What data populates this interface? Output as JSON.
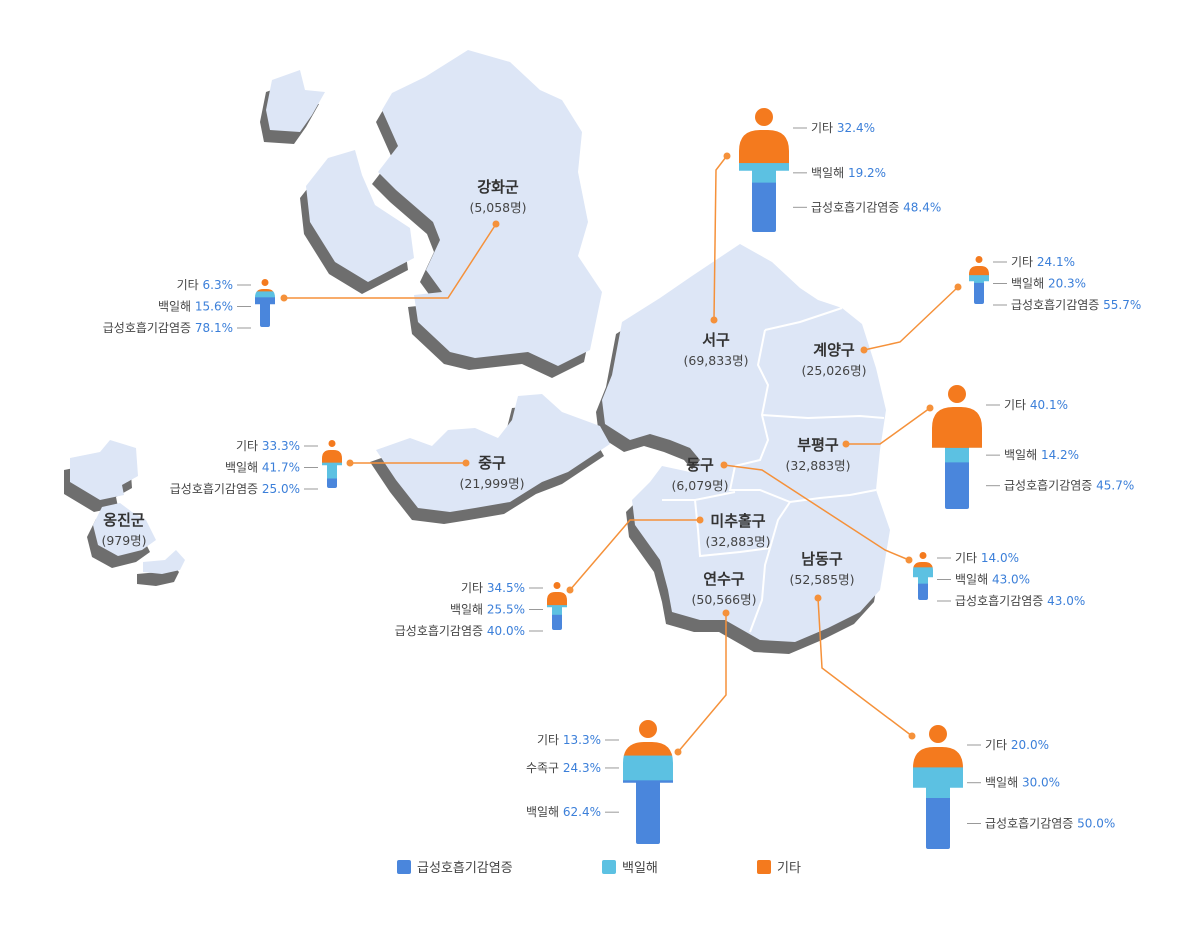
{
  "colors": {
    "land": "#dde6f6",
    "land_shadow": "#6e6e6e",
    "border": "#ffffff",
    "connector": "#f5913a",
    "acute_respiratory": "#4a86dc",
    "pertussis": "#5cc1e2",
    "other": "#f47a1e",
    "value_text": "#3b7fd9"
  },
  "legend": [
    {
      "label": "급성호흡기감염증",
      "color_key": "acute_respiratory"
    },
    {
      "label": "백일해",
      "color_key": "pertussis"
    },
    {
      "label": "기타",
      "color_key": "other"
    }
  ],
  "districts": [
    {
      "id": "ganghwa",
      "name": "강화군",
      "count": "(5,058명)",
      "figure": {
        "size": "small",
        "segments": [
          {
            "name": "기타",
            "value": "6.3%",
            "percent": 6.3,
            "color_key": "other"
          },
          {
            "name": "백일해",
            "value": "15.6%",
            "percent": 15.6,
            "color_key": "pertussis"
          },
          {
            "name": "급성호흡기감염증",
            "value": "78.1%",
            "percent": 78.1,
            "color_key": "acute_respiratory"
          }
        ]
      }
    },
    {
      "id": "seo",
      "name": "서구",
      "count": "(69,833명)",
      "figure": {
        "size": "large",
        "segments": [
          {
            "name": "기타",
            "value": "32.4%",
            "percent": 32.4,
            "color_key": "other"
          },
          {
            "name": "백일해",
            "value": "19.2%",
            "percent": 19.2,
            "color_key": "pertussis"
          },
          {
            "name": "급성호흡기감염증",
            "value": "48.4%",
            "percent": 48.4,
            "color_key": "acute_respiratory"
          }
        ]
      }
    },
    {
      "id": "gyeyang",
      "name": "계양구",
      "count": "(25,026명)",
      "figure": {
        "size": "small",
        "segments": [
          {
            "name": "기타",
            "value": "24.1%",
            "percent": 24.1,
            "color_key": "other"
          },
          {
            "name": "백일해",
            "value": "20.3%",
            "percent": 20.3,
            "color_key": "pertussis"
          },
          {
            "name": "급성호흡기감염증",
            "value": "55.7%",
            "percent": 55.7,
            "color_key": "acute_respiratory"
          }
        ]
      }
    },
    {
      "id": "bupyeong",
      "name": "부평구",
      "count": "(32,883명)",
      "figure": {
        "size": "large",
        "segments": [
          {
            "name": "기타",
            "value": "40.1%",
            "percent": 40.1,
            "color_key": "other"
          },
          {
            "name": "백일해",
            "value": "14.2%",
            "percent": 14.2,
            "color_key": "pertussis"
          },
          {
            "name": "급성호흡기감염증",
            "value": "45.7%",
            "percent": 45.7,
            "color_key": "acute_respiratory"
          }
        ]
      }
    },
    {
      "id": "jung",
      "name": "중구",
      "count": "(21,999명)",
      "figure": {
        "size": "small",
        "segments": [
          {
            "name": "기타",
            "value": "33.3%",
            "percent": 33.3,
            "color_key": "other"
          },
          {
            "name": "백일해",
            "value": "41.7%",
            "percent": 41.7,
            "color_key": "pertussis"
          },
          {
            "name": "급성호흡기감염증",
            "value": "25.0%",
            "percent": 25.0,
            "color_key": "acute_respiratory"
          }
        ]
      }
    },
    {
      "id": "dong",
      "name": "동구",
      "count": "(6,079명)",
      "figure": {
        "size": "small",
        "segments": [
          {
            "name": "기타",
            "value": "14.0%",
            "percent": 14.0,
            "color_key": "other"
          },
          {
            "name": "백일해",
            "value": "43.0%",
            "percent": 43.0,
            "color_key": "pertussis"
          },
          {
            "name": "급성호흡기감염증",
            "value": "43.0%",
            "percent": 43.0,
            "color_key": "acute_respiratory"
          }
        ]
      }
    },
    {
      "id": "michuhol",
      "name": "미추홀구",
      "count": "(32,883명)",
      "figure": {
        "size": "small",
        "segments": [
          {
            "name": "기타",
            "value": "34.5%",
            "percent": 34.5,
            "color_key": "other"
          },
          {
            "name": "백일해",
            "value": "25.5%",
            "percent": 25.5,
            "color_key": "pertussis"
          },
          {
            "name": "급성호흡기감염증",
            "value": "40.0%",
            "percent": 40.0,
            "color_key": "acute_respiratory"
          }
        ]
      }
    },
    {
      "id": "yeonsu",
      "name": "연수구",
      "count": "(50,566명)",
      "figure": {
        "size": "large",
        "segments": [
          {
            "name": "기타",
            "value": "13.3%",
            "percent": 13.3,
            "color_key": "other"
          },
          {
            "name": "수족구",
            "value": "24.3%",
            "percent": 24.3,
            "color_key": "pertussis"
          },
          {
            "name": "백일해",
            "value": "62.4%",
            "percent": 62.4,
            "color_key": "acute_respiratory"
          }
        ]
      }
    },
    {
      "id": "namdong",
      "name": "남동구",
      "count": "(52,585명)",
      "figure": {
        "size": "large",
        "segments": [
          {
            "name": "기타",
            "value": "20.0%",
            "percent": 20.0,
            "color_key": "other"
          },
          {
            "name": "백일해",
            "value": "30.0%",
            "percent": 30.0,
            "color_key": "pertussis"
          },
          {
            "name": "급성호흡기감염증",
            "value": "50.0%",
            "percent": 50.0,
            "color_key": "acute_respiratory"
          }
        ]
      }
    },
    {
      "id": "ongjin",
      "name": "옹진군",
      "count": "(979명)"
    }
  ]
}
